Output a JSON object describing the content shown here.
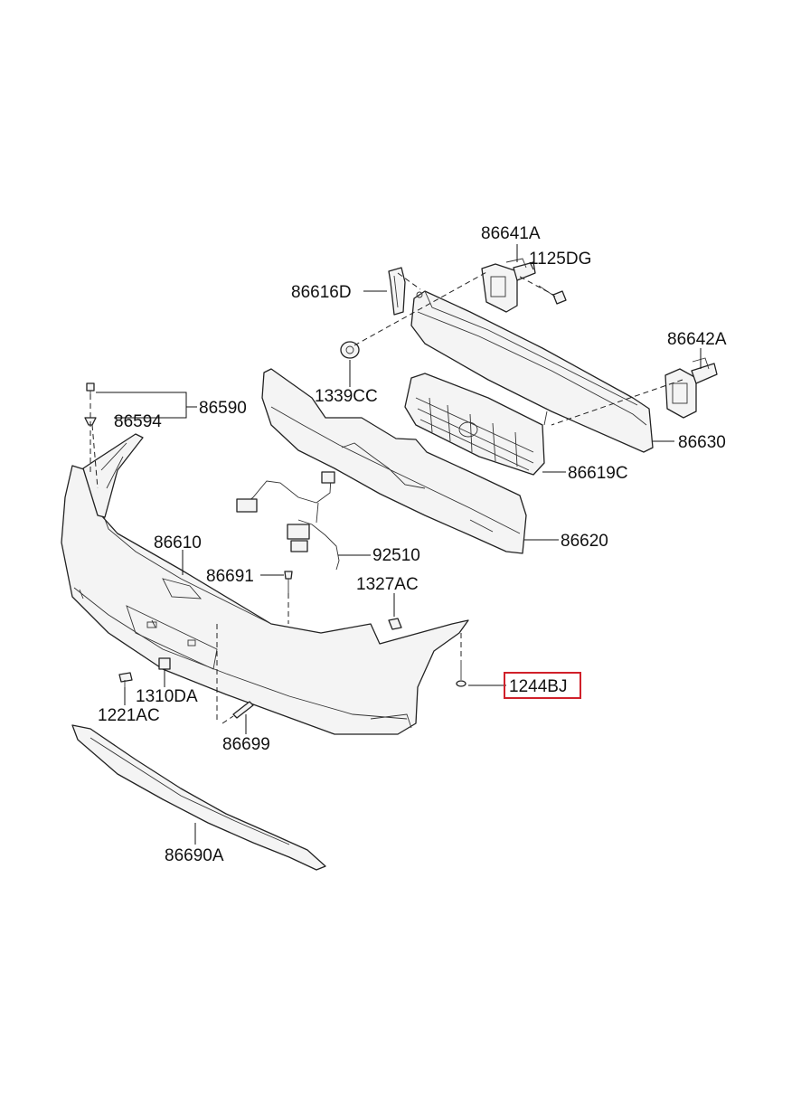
{
  "diagram": {
    "part_numbers": {
      "p86641A": "86641A",
      "p1125DG": "1125DG",
      "p86616D": "86616D",
      "p86642A": "86642A",
      "p1339CC": "1339CC",
      "p86590": "86590",
      "p86594": "86594",
      "p86630": "86630",
      "p86619C": "86619C",
      "p86620": "86620",
      "p86610": "86610",
      "p92510": "92510",
      "p86691": "86691",
      "p1327AC": "1327AC",
      "p1244BJ": "1244BJ",
      "p1310DA": "1310DA",
      "p1221AC": "1221AC",
      "p86699": "86699",
      "p86690A": "86690A"
    },
    "highlighted_part": "1244BJ",
    "highlight_color": "#d0202a"
  }
}
